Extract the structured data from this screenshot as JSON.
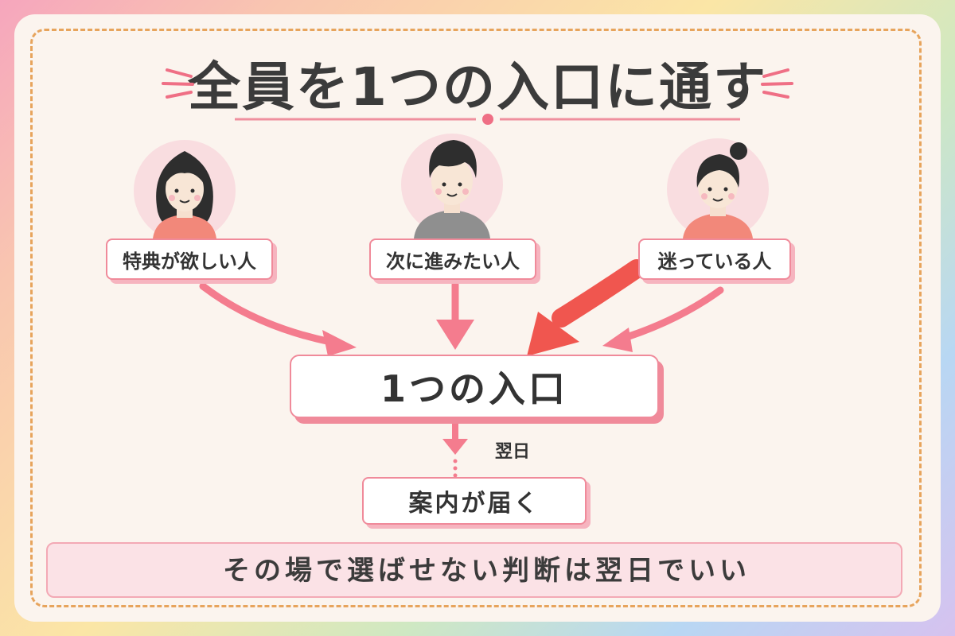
{
  "title": "全員を1つの入口に通す",
  "people": [
    {
      "label": "特典が欲しい人"
    },
    {
      "label": "次に進みたい人"
    },
    {
      "label": "迷っている人"
    }
  ],
  "entrance": {
    "label": "1つの入口"
  },
  "next_day_tag": "翌日",
  "result": {
    "label": "案内が届く"
  },
  "banner": {
    "text": "その場で選ばせない判断は翌日でいい"
  },
  "colors": {
    "accent": "#ef6f85",
    "arrow": "#f47c8e",
    "border": "#e7a45c"
  }
}
